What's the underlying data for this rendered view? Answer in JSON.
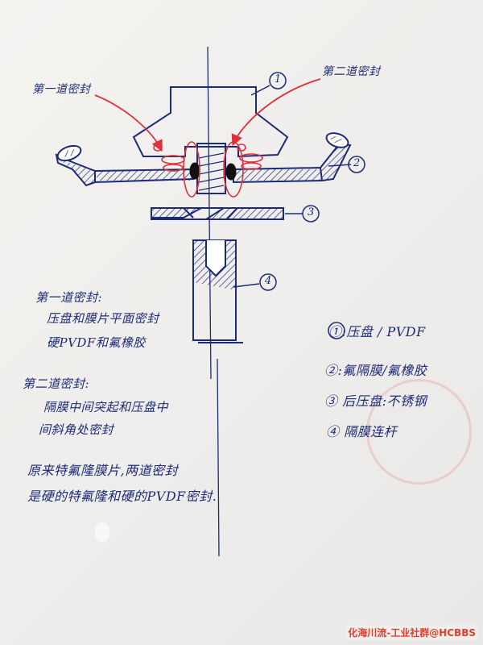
{
  "labels": {
    "seal_first": "第一道密封",
    "seal_second": "第二道密封",
    "num_1": "1",
    "num_2": "2",
    "num_3": "3",
    "num_4": "4"
  },
  "notes": {
    "first_seal_title": "第一道密封:",
    "first_seal_line1": "压盘和膜片平面密封",
    "first_seal_line2": "硬PVDF和氟橡胶",
    "second_seal_title": "第二道密封:",
    "second_seal_line1": "隔膜中间突起和压盘中",
    "second_seal_line2": "间斜角处密封",
    "original_line1": "原来特氟隆膜片,两道密封",
    "original_line2": "是硬的特氟隆和硬的PVDF密封."
  },
  "legend": [
    {
      "text": "①:压盘 / PVDF"
    },
    {
      "text": "②:氟隔膜/氟橡胶"
    },
    {
      "text": "③ 后压盘:不锈钢"
    },
    {
      "text": "④ 隔膜连杆"
    }
  ],
  "watermark": "化海川流-工业社群@HCBBS",
  "colors": {
    "ink": "#1c2a78",
    "red_ink": "#e0303a",
    "watermark": "#e53b2b"
  }
}
